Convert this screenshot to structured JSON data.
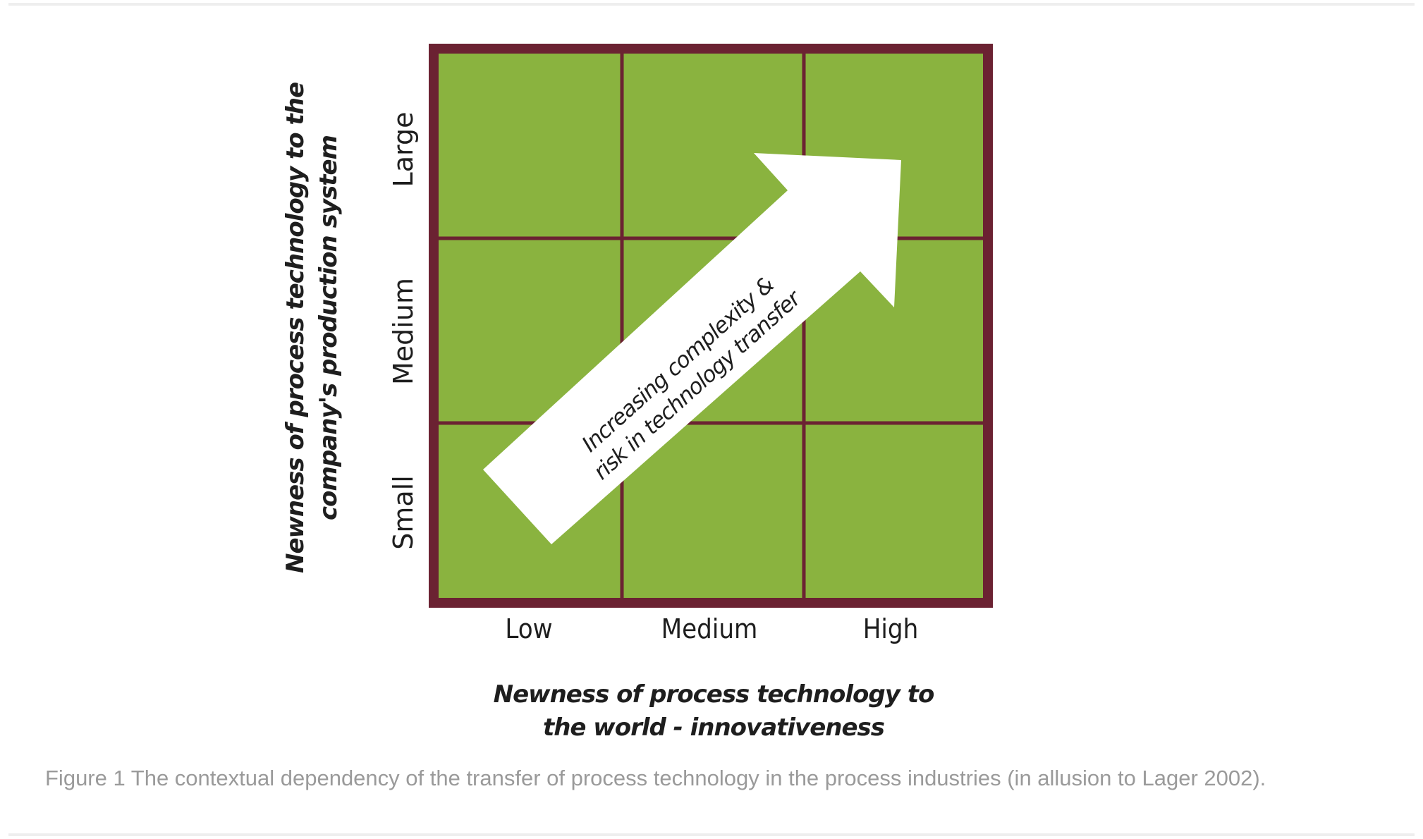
{
  "colors": {
    "frame": "#6b2232",
    "cell_fill": "#8ab33f",
    "arrow_fill": "#ffffff",
    "caption_text": "#9a9a9a"
  },
  "diagram": {
    "x_title_line1": "Newness of process technology to",
    "x_title_line2": "the world - innovativeness",
    "y_title_line1": "Newness of process technology to the",
    "y_title_line2": "company's production system",
    "x_levels": [
      "Low",
      "Medium",
      "High"
    ],
    "y_levels": [
      "Small",
      "Medium",
      "Large"
    ],
    "arrow_label_line1": "Increasing complexity &",
    "arrow_label_line2": "risk in technology transfer"
  },
  "caption": "Figure 1 The contextual dependency of the transfer of process technology in the process industries (in allusion to Lager 2002)."
}
